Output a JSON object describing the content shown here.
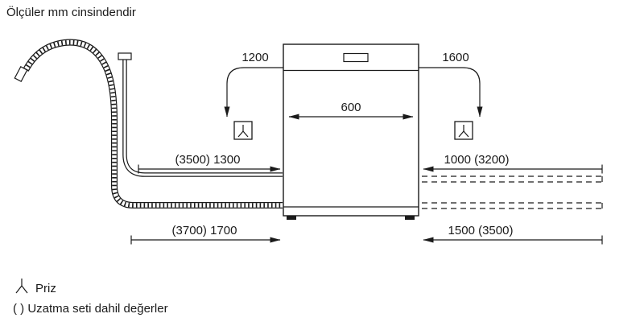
{
  "title": "Ölçüler mm cinsindendir",
  "diagram": {
    "appliance": {
      "width_label": "600"
    },
    "left": {
      "cord_label": "1200",
      "supply_label": "(3500) 1300",
      "drain_label": "(3700) 1700"
    },
    "right": {
      "cord_label": "1600",
      "top_label": "1000 (3200)",
      "bottom_label": "1500 (3500)"
    }
  },
  "legend": {
    "socket_label": "Priz",
    "note": "( ) Uzatma seti dahil değerler"
  }
}
